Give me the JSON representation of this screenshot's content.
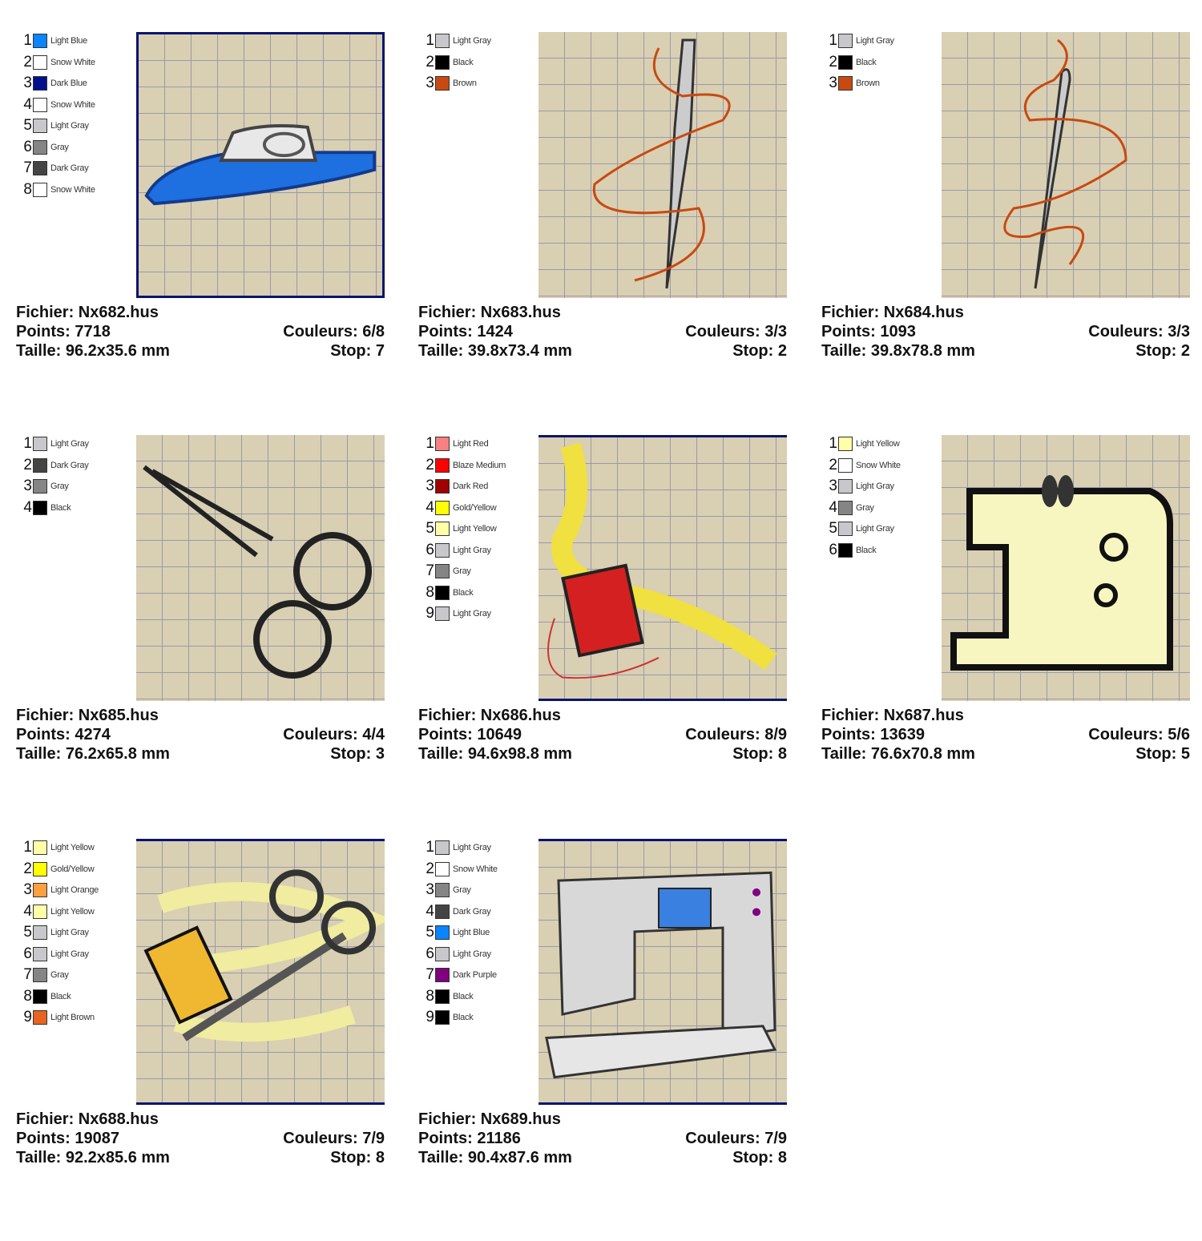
{
  "designs": [
    {
      "file": "Fichier: Nx682.hus",
      "points": "Points: 7718",
      "size": "Taille: 96.2x35.6 mm",
      "colors": "Couleurs: 6/8",
      "stop": "Stop: 7",
      "art": "iron",
      "frame": "framed",
      "legend": [
        [
          "1",
          "Light Blue",
          "#0a84ff"
        ],
        [
          "2",
          "Snow White",
          "#ffffff"
        ],
        [
          "3",
          "Dark Blue",
          "#000f8c"
        ],
        [
          "4",
          "Snow White",
          "#ffffff"
        ],
        [
          "5",
          "Light Gray",
          "#c8c8cc"
        ],
        [
          "6",
          "Gray",
          "#858585"
        ],
        [
          "7",
          "Dark Gray",
          "#444444"
        ],
        [
          "8",
          "Snow White",
          "#ffffff"
        ]
      ]
    },
    {
      "file": "Fichier: Nx683.hus",
      "points": "Points: 1424",
      "size": "Taille: 39.8x73.4 mm",
      "colors": "Couleurs: 3/3",
      "stop": "Stop: 2",
      "art": "needle1",
      "frame": "",
      "legend": [
        [
          "1",
          "Light Gray",
          "#c8c8cc"
        ],
        [
          "2",
          "Black",
          "#000000"
        ],
        [
          "3",
          "Brown",
          "#c84a10"
        ]
      ]
    },
    {
      "file": "Fichier: Nx684.hus",
      "points": "Points: 1093",
      "size": "Taille: 39.8x78.8 mm",
      "colors": "Couleurs: 3/3",
      "stop": "Stop: 2",
      "art": "needle2",
      "frame": "",
      "legend": [
        [
          "1",
          "Light Gray",
          "#c8c8cc"
        ],
        [
          "2",
          "Black",
          "#000000"
        ],
        [
          "3",
          "Brown",
          "#c84a10"
        ]
      ]
    },
    {
      "file": "Fichier: Nx685.hus",
      "points": "Points: 4274",
      "size": "Taille: 76.2x65.8 mm",
      "colors": "Couleurs: 4/4",
      "stop": "Stop: 3",
      "art": "scissors",
      "frame": "",
      "legend": [
        [
          "1",
          "Light Gray",
          "#c8c8cc"
        ],
        [
          "2",
          "Dark Gray",
          "#444444"
        ],
        [
          "3",
          "Gray",
          "#858585"
        ],
        [
          "4",
          "Black",
          "#000000"
        ]
      ]
    },
    {
      "file": "Fichier: Nx686.hus",
      "points": "Points: 10649",
      "size": "Taille: 94.6x98.8 mm",
      "colors": "Couleurs: 8/9",
      "stop": "Stop: 8",
      "art": "spool",
      "frame": "lines",
      "legend": [
        [
          "1",
          "Light Red",
          "#f78080"
        ],
        [
          "2",
          "Blaze Medium",
          "#ff0000"
        ],
        [
          "3",
          "Dark Red",
          "#a00000"
        ],
        [
          "4",
          "Gold/Yellow",
          "#ffff00"
        ],
        [
          "5",
          "Light Yellow",
          "#ffffa8"
        ],
        [
          "6",
          "Light Gray",
          "#c8c8cc"
        ],
        [
          "7",
          "Gray",
          "#858585"
        ],
        [
          "8",
          "Black",
          "#000000"
        ],
        [
          "9",
          "Light Gray",
          "#c8c8cc"
        ]
      ]
    },
    {
      "file": "Fichier: Nx687.hus",
      "points": "Points: 13639",
      "size": "Taille: 76.6x70.8 mm",
      "colors": "Couleurs: 5/6",
      "stop": "Stop: 5",
      "art": "machine1",
      "frame": "",
      "legend": [
        [
          "1",
          "Light Yellow",
          "#ffffa8"
        ],
        [
          "2",
          "Snow White",
          "#ffffff"
        ],
        [
          "3",
          "Light Gray",
          "#c8c8cc"
        ],
        [
          "4",
          "Gray",
          "#858585"
        ],
        [
          "5",
          "Light Gray",
          "#c8c8cc"
        ],
        [
          "6",
          "Black",
          "#000000"
        ]
      ]
    },
    {
      "file": "Fichier: Nx688.hus",
      "points": "Points: 19087",
      "size": "Taille: 92.2x85.6 mm",
      "colors": "Couleurs: 7/9",
      "stop": "Stop: 8",
      "art": "kit",
      "frame": "lines",
      "legend": [
        [
          "1",
          "Light Yellow",
          "#ffffa8"
        ],
        [
          "2",
          "Gold/Yellow",
          "#ffff00"
        ],
        [
          "3",
          "Light Orange",
          "#ffa040"
        ],
        [
          "4",
          "Light Yellow",
          "#ffffa8"
        ],
        [
          "5",
          "Light Gray",
          "#c8c8cc"
        ],
        [
          "6",
          "Light Gray",
          "#c8c8cc"
        ],
        [
          "7",
          "Gray",
          "#858585"
        ],
        [
          "8",
          "Black",
          "#000000"
        ],
        [
          "9",
          "Light Brown",
          "#e86420"
        ]
      ]
    },
    {
      "file": "Fichier: Nx689.hus",
      "points": "Points: 21186",
      "size": "Taille: 90.4x87.6 mm",
      "colors": "Couleurs: 7/9",
      "stop": "Stop: 8",
      "art": "machine2",
      "frame": "lines",
      "legend": [
        [
          "1",
          "Light Gray",
          "#c8c8cc"
        ],
        [
          "2",
          "Snow White",
          "#ffffff"
        ],
        [
          "3",
          "Gray",
          "#858585"
        ],
        [
          "4",
          "Dark Gray",
          "#444444"
        ],
        [
          "5",
          "Light Blue",
          "#0a84ff"
        ],
        [
          "6",
          "Light Gray",
          "#c8c8cc"
        ],
        [
          "7",
          "Dark Purple",
          "#800080"
        ],
        [
          "8",
          "Black",
          "#000000"
        ],
        [
          "9",
          "Black",
          "#000000"
        ]
      ]
    }
  ]
}
